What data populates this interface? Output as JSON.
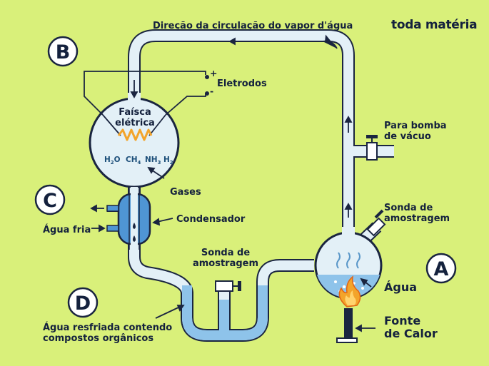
{
  "brand": "toda matéria",
  "title": "Direção da circulação do vapor d'água",
  "letters": {
    "a": "A",
    "b": "B",
    "c": "C",
    "d": "D"
  },
  "labels": {
    "faisca_line1": "Faísca",
    "faisca_line2": "elétrica",
    "eletrodos": "Eletrodos",
    "gases": "Gases",
    "condensador": "Condensador",
    "agua_fria": "Água fria",
    "sonda_center_line1": "Sonda de",
    "sonda_center_line2": "amostragem",
    "sonda_right_line1": "Sonda de",
    "sonda_right_line2": "amostragem",
    "bomba_line1": "Para bomba",
    "bomba_line2": "de vácuo",
    "agua": "Água",
    "fonte_line1": "Fonte",
    "fonte_line2": "de Calor",
    "resfriada_line1": "Água resfriada contendo",
    "resfriada_line2": "compostos orgânicos"
  },
  "chemicals": [
    {
      "base": "H",
      "sub": "2",
      "tail": "O"
    },
    {
      "base": "CH",
      "sub": "4",
      "tail": ""
    },
    {
      "base": "NH",
      "sub": "3",
      "tail": ""
    },
    {
      "base": "H",
      "sub": "2",
      "tail": ""
    }
  ],
  "electrode_signs": {
    "plus": "+",
    "minus": "-"
  },
  "colors": {
    "background": "#d9f07a",
    "outline": "#1a2540",
    "glass": "#e3f0f7",
    "water": "#8ec3ea",
    "condenser": "#4f95d4",
    "spark": "#f3a42b"
  },
  "icons": [
    "spark-zigzag-icon",
    "flame-icon",
    "stopcock-icon",
    "arrow-icon",
    "vapor-icon"
  ]
}
